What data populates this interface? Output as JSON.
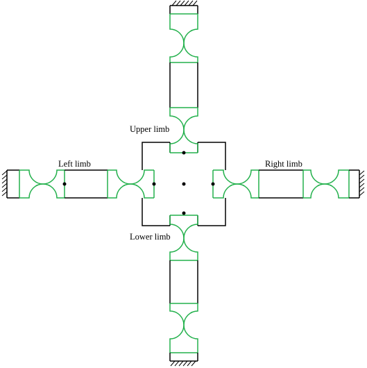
{
  "labels": {
    "upper": "Upper limb",
    "left": "Left limb",
    "right": "Right limb",
    "lower": "Lower limb"
  },
  "colors": {
    "rigid_link": "#000000",
    "flexure_hinge": "#22b04b",
    "background": "#ffffff"
  },
  "elements": {
    "central_platform": "rigid square body",
    "limbs": [
      "upper",
      "left",
      "right",
      "lower"
    ],
    "ground": "hatched fixed supports at limb ends",
    "joints": "circular notch flexure hinges"
  }
}
